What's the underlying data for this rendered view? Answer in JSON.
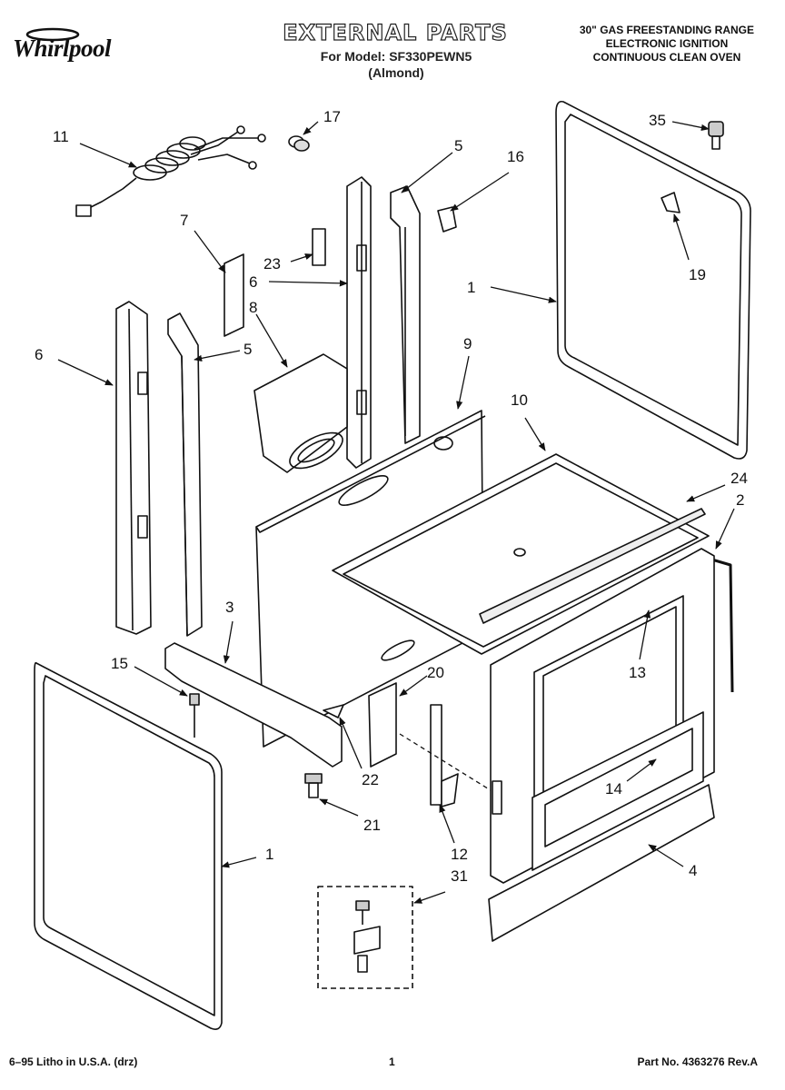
{
  "header": {
    "brand": "Whirlpool",
    "title": "EXTERNAL PARTS",
    "model_line": "For Model: SF330PEWN5",
    "variant": "(Almond)",
    "product_lines": [
      "30\" GAS FREESTANDING RANGE",
      "ELECTRONIC IGNITION",
      "CONTINUOUS CLEAN OVEN"
    ]
  },
  "footer": {
    "left": "6–95 Litho in U.S.A. (drz)",
    "page": "1",
    "part_no": "Part No. 4363276 Rev.A"
  },
  "callouts": {
    "c1_right": "1",
    "c1_left": "1",
    "c2": "2",
    "c3": "3",
    "c4": "4",
    "c5_top": "5",
    "c5_left": "5",
    "c6_top": "6",
    "c6_left": "6",
    "c7": "7",
    "c8": "8",
    "c9": "9",
    "c10": "10",
    "c11": "11",
    "c12": "12",
    "c13": "13",
    "c14": "14",
    "c15": "15",
    "c16": "16",
    "c17": "17",
    "c19": "19",
    "c20": "20",
    "c21": "21",
    "c22": "22",
    "c23": "23",
    "c24": "24",
    "c31": "31",
    "c35": "35"
  }
}
